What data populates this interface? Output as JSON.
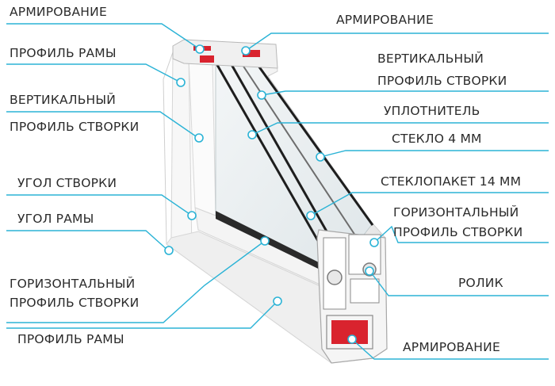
{
  "labels": {
    "reinforcement_top_left": "АРМИРОВАНИЕ",
    "frame_profile_top": "ПРОФИЛЬ РАМЫ",
    "vertical_sash_left_1": "ВЕРТИКАЛЬНЫЙ",
    "vertical_sash_left_2": "ПРОФИЛЬ СТВОРКИ",
    "sash_corner": "УГОЛ СТВОРКИ",
    "frame_corner": "УГОЛ РАМЫ",
    "horizontal_sash_left_1": "ГОРИЗОНТАЛЬНЫЙ",
    "horizontal_sash_left_2": "ПРОФИЛЬ СТВОРКИ",
    "frame_profile_bottom": "ПРОФИЛЬ РАМЫ",
    "reinforcement_top_right": "АРМИРОВАНИЕ",
    "vertical_sash_right_1": "ВЕРТИКАЛЬНЫЙ",
    "vertical_sash_right_2": "ПРОФИЛЬ СТВОРКИ",
    "seal": "УПЛОТНИТЕЛЬ",
    "glass": "СТЕКЛО 4 ММ",
    "glass_unit": "СТЕКЛОПАКЕТ 14 ММ",
    "horizontal_sash_right_1": "ГОРИЗОНТАЛЬНЫЙ",
    "horizontal_sash_right_2": "ПРОФИЛЬ СТВОРКИ",
    "roller": "РОЛИК",
    "reinforcement_bottom": "АРМИРОВАНИЕ"
  },
  "colors": {
    "leader_line": "#2bb3d6",
    "reinforcement": "#d9232e",
    "pvc": "#f2f2f2",
    "glass": "#e4ebee"
  }
}
